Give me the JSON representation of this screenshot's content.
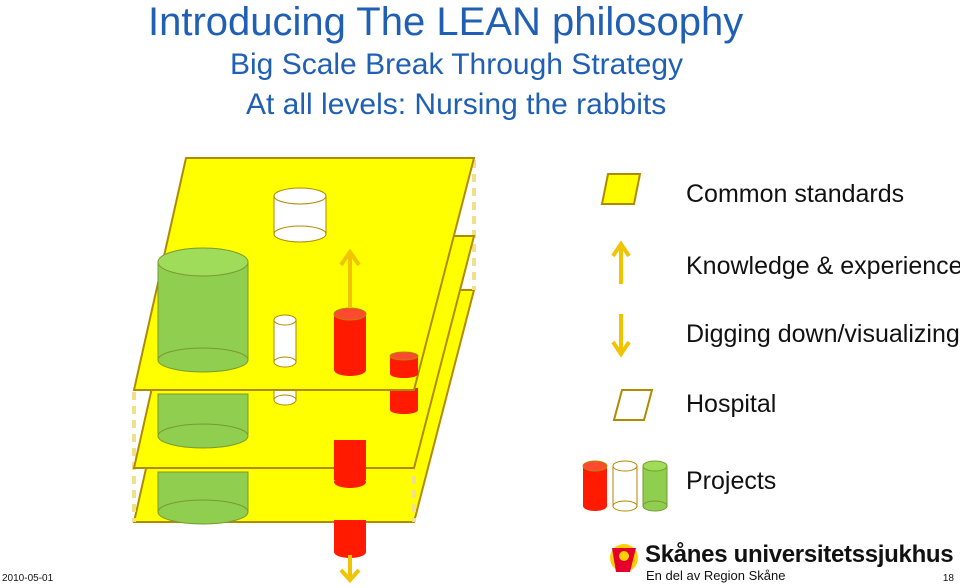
{
  "header": {
    "title": "Introducing The LEAN philosophy",
    "subtitle1": "Big Scale Break Through Strategy",
    "subtitle2": "At all levels: Nursing the rabbits"
  },
  "legend": {
    "items": [
      {
        "label": "Common standards",
        "icon": "yellow-parallelogram-icon"
      },
      {
        "label": "Knowledge & experience",
        "icon": "arrow-up-icon"
      },
      {
        "label": "Digging down/visualizing",
        "icon": "arrow-down-icon"
      },
      {
        "label": "Hospital",
        "icon": "white-parallelogram-icon"
      },
      {
        "label": "Projects",
        "icon": "cylinders-icon"
      }
    ]
  },
  "logo": {
    "name": "Skånes universitetssjukhus",
    "tagline": "En del av Region Skåne"
  },
  "footer": {
    "date": "2010-05-01",
    "page": "18"
  },
  "colors": {
    "title": "#1f5fb4",
    "layer_fill": "#ffff00",
    "layer_edge": "#b08a00",
    "green": "#8fce4f",
    "red": "#ff1a00",
    "arrow": "#f0c400"
  }
}
